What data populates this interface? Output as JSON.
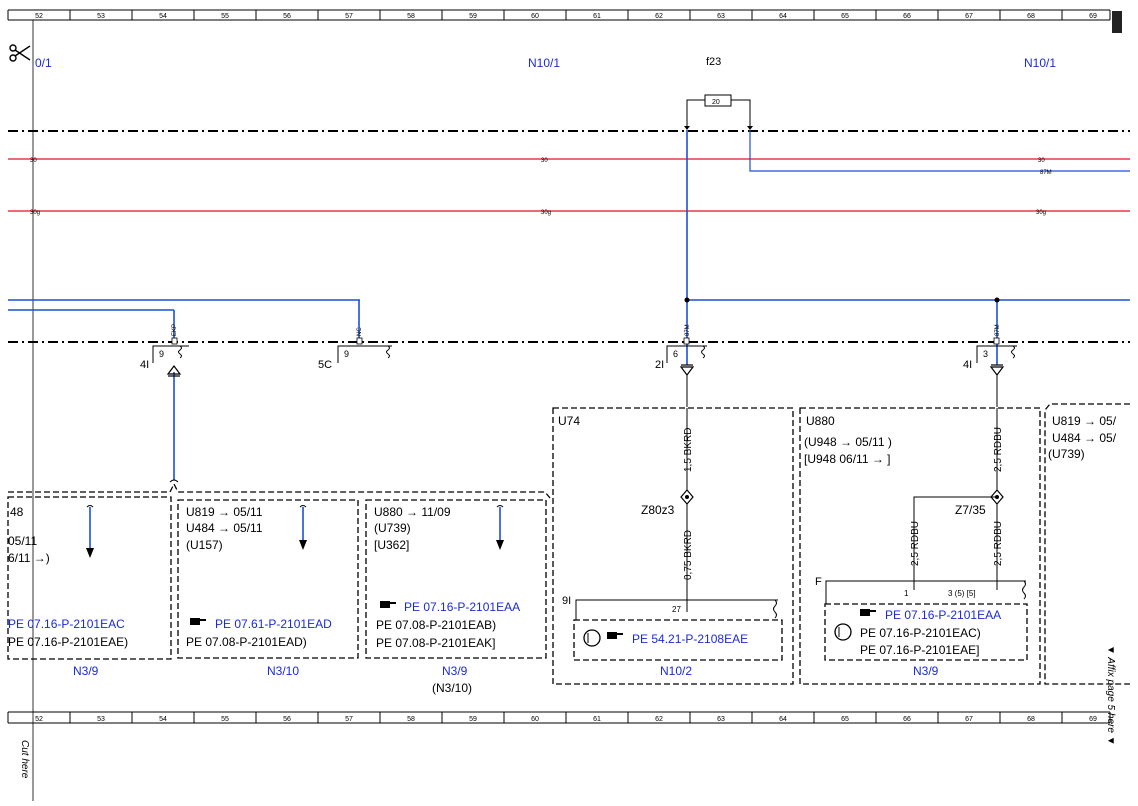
{
  "ruler": {
    "top": [
      "52",
      "53",
      "54",
      "55",
      "56",
      "57",
      "58",
      "59",
      "60",
      "61",
      "62",
      "63",
      "64",
      "65",
      "66",
      "67",
      "68",
      "69"
    ],
    "bottom": [
      "52",
      "53",
      "54",
      "55",
      "56",
      "57",
      "58",
      "59",
      "60",
      "61",
      "62",
      "63",
      "64",
      "65",
      "66",
      "67",
      "68",
      "69"
    ]
  },
  "header": {
    "left_ref": "0/1",
    "mid_ref": "N10/1",
    "fuse_ref": "f23",
    "right_ref": "N10/1",
    "fuse_value": "20"
  },
  "bus": {
    "line30": [
      "30",
      "30",
      "30"
    ],
    "line87m": "87M",
    "line30g": [
      "30g",
      "30g",
      "30g"
    ]
  },
  "connectors": {
    "c1_pin": "9",
    "c1_tag": "4I",
    "c1_label": "EKP",
    "c2_pin": "9",
    "c2_tag": "5C",
    "c2_label": "NC",
    "c3_pin": "6",
    "c3_tag": "2I",
    "c3_label": "87M",
    "c4_pin": "3",
    "c4_tag": "4I",
    "c4_label": "87M"
  },
  "boxes": {
    "b1": {
      "code": "48",
      "lines": [
        "05/11",
        "6/11 →)"
      ],
      "pe": [
        "PE 07.16-P-2101EAC",
        "PE 07.16-P-2101EAE)"
      ],
      "footer": "N3/9"
    },
    "b2": {
      "lines": [
        "U819 → 05/11",
        "U484 → 05/11",
        "(U157)"
      ],
      "pe": [
        "PE 07.61-P-2101EAD",
        "PE 07.08-P-2101EAD)"
      ],
      "footer": "N3/10"
    },
    "b3": {
      "lines": [
        "U880 → 11/09",
        "(U739)",
        "[U362]"
      ],
      "pe": [
        "PE 07.16-P-2101EAA",
        "PE 07.08-P-2101EAB)",
        "PE 07.08-P-2101EAK]"
      ],
      "footer": "N3/9",
      "footer2": "(N3/10)"
    },
    "b4": {
      "code": "U74",
      "wire1": "1,5 BKRD",
      "splice": "Z80z3",
      "wire2": "0,75 BKRD",
      "conn": "9I",
      "pin": "27",
      "pe": "PE 54.21-P-2108EAE",
      "footer": "N10/2"
    },
    "b5": {
      "code": "U880",
      "lines": [
        "(U948 → 05/11 )",
        "[U948  06/11 → ]"
      ],
      "wire1": "2,5 RDBU",
      "splice": "Z7/35",
      "wire2": "2,5 RDBU",
      "wire3": "2,5 RDBU",
      "conn": "F",
      "pin1": "1",
      "pin2": "3  (5)  [5]",
      "pe": [
        "PE 07.16-P-2101EAA",
        "PE 07.16-P-2101EAC)",
        "PE 07.16-P-2101EAE]"
      ],
      "footer": "N3/9"
    },
    "b6": {
      "lines": [
        "U819 → 05/",
        "U484 → 05/",
        "(U739)"
      ]
    }
  },
  "side": {
    "left": "Cut here",
    "right": "▼ Affix page 5 here ▼"
  },
  "colors": {
    "wire_red": "#e0141e",
    "wire_blue": "#1d4fd8",
    "text_blue": "#1a2bd6"
  }
}
